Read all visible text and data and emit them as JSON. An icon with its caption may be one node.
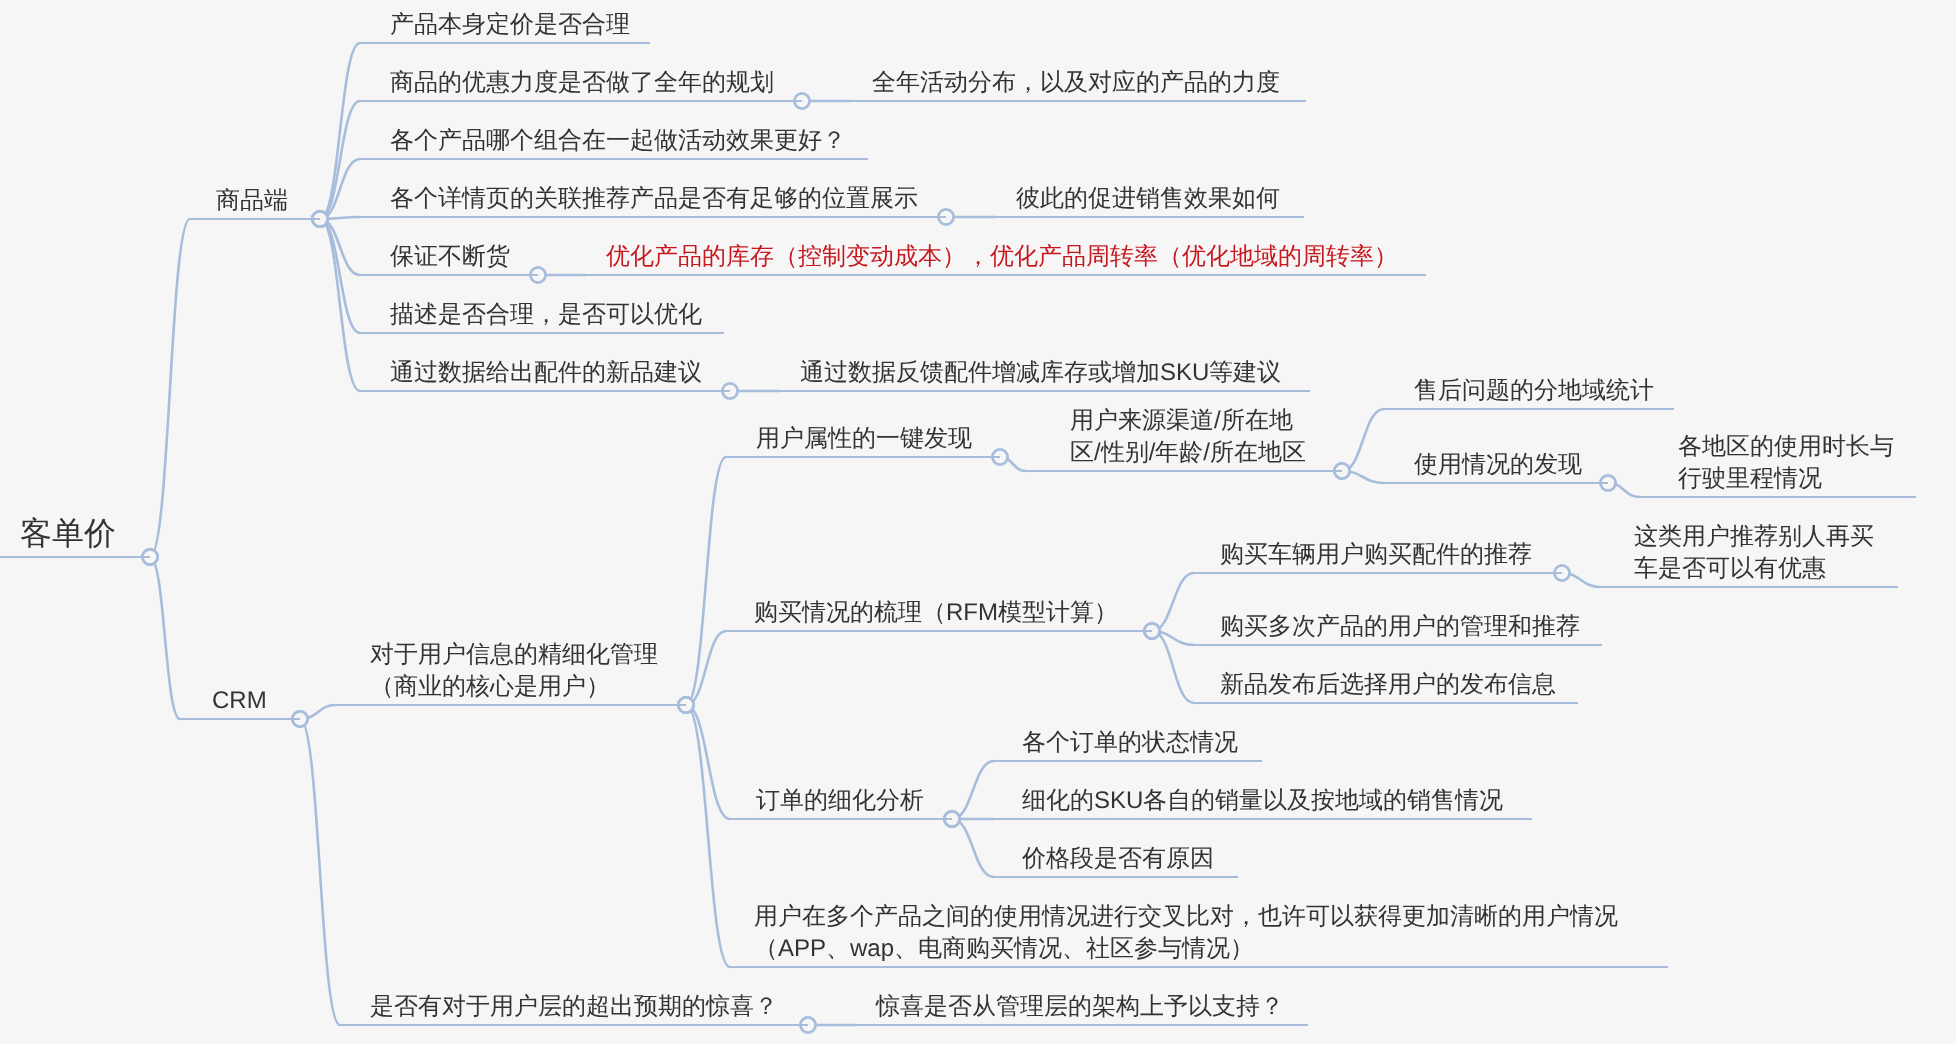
{
  "diagram": {
    "nodes": [
      {
        "text": [
          "客单价"
        ]
      },
      {
        "text": [
          "商品端"
        ]
      },
      {
        "text": [
          "产品本身定价是否合理"
        ]
      },
      {
        "text": [
          "商品的优惠力度是否做了全年的规划"
        ]
      },
      {
        "text": [
          "全年活动分布，以及对应的产品的力度"
        ]
      },
      {
        "text": [
          "各个产品哪个组合在一起做活动效果更好？"
        ]
      },
      {
        "text": [
          "各个详情页的关联推荐产品是否有足够的位置展示"
        ]
      },
      {
        "text": [
          "彼此的促进销售效果如何"
        ]
      },
      {
        "text": [
          "保证不断货"
        ]
      },
      {
        "text": [
          "优化产品的库存（控制变动成本），优化产品周转率（优化地域的周转率）"
        ]
      },
      {
        "text": [
          "描述是否合理，是否可以优化"
        ]
      },
      {
        "text": [
          "通过数据给出配件的新品建议"
        ]
      },
      {
        "text": [
          "通过数据反馈配件增减库存或增加SKU等建议"
        ]
      },
      {
        "text": [
          "CRM"
        ]
      },
      {
        "text": [
          "对于用户信息的精细化管理（商业的核心是用户）"
        ]
      },
      {
        "text": [
          "用户属性的一键发现"
        ]
      },
      {
        "text": [
          "用户来源渠道/所在地区/性别/年龄/所在地区"
        ]
      },
      {
        "text": [
          "售后问题的分地域统计"
        ]
      },
      {
        "text": [
          "使用情况的发现"
        ]
      },
      {
        "text": [
          "各地区的使用时长与行驶里程情况"
        ]
      },
      {
        "text": [
          "购买情况的梳理（RFM模型计算）"
        ]
      },
      {
        "text": [
          "购买车辆用户购买配件的推荐"
        ]
      },
      {
        "text": [
          "这类用户推荐别人再买车是否可以有优惠"
        ]
      },
      {
        "text": [
          "购买多次产品的用户的管理和推荐"
        ]
      },
      {
        "text": [
          "新品发布后选择用户的发布信息"
        ]
      },
      {
        "text": [
          "订单的细化分析"
        ]
      },
      {
        "text": [
          "各个订单的状态情况"
        ]
      },
      {
        "text": [
          "细化的SKU各自的销量以及按地域的销售情况"
        ]
      },
      {
        "text": [
          "价格段是否有原因"
        ]
      },
      {
        "text": [
          "用户在多个产品之间的使用情况进行交叉比对，也许可以获得更加清晰的用户情况（APP、wap、电商购买情况、社区参与情况）"
        ]
      },
      {
        "text": [
          "是否有对于用户层的超出预期的惊喜？"
        ]
      },
      {
        "text": [
          "惊喜是否从管理层的架构上予以支持？"
        ]
      }
    ],
    "edges": [
      {
        "from": 0,
        "to": 1,
        "arrow": "other"
      },
      {
        "from": 1,
        "to": 2,
        "arrow": "other"
      },
      {
        "from": 1,
        "to": 3,
        "arrow": "other"
      },
      {
        "from": 3,
        "to": 4,
        "arrow": "other"
      },
      {
        "from": 1,
        "to": 5,
        "arrow": "other"
      },
      {
        "from": 1,
        "to": 6,
        "arrow": "other"
      },
      {
        "from": 6,
        "to": 7,
        "arrow": "other"
      },
      {
        "from": 1,
        "to": 8,
        "arrow": "other"
      },
      {
        "from": 8,
        "to": 9,
        "arrow": "other"
      },
      {
        "from": 1,
        "to": 10,
        "arrow": "other"
      },
      {
        "from": 1,
        "to": 11,
        "arrow": "other"
      },
      {
        "from": 11,
        "to": 12,
        "arrow": "other"
      },
      {
        "from": 0,
        "to": 13,
        "arrow": "other"
      },
      {
        "from": 13,
        "to": 14,
        "arrow": "other"
      },
      {
        "from": 14,
        "to": 15,
        "arrow": "other"
      },
      {
        "from": 15,
        "to": 16,
        "arrow": "other"
      },
      {
        "from": 16,
        "to": 17,
        "arrow": "other"
      },
      {
        "from": 16,
        "to": 18,
        "arrow": "other"
      },
      {
        "from": 18,
        "to": 19,
        "arrow": "other"
      },
      {
        "from": 14,
        "to": 20,
        "arrow": "other"
      },
      {
        "from": 20,
        "to": 21,
        "arrow": "other"
      },
      {
        "from": 21,
        "to": 22,
        "arrow": "other"
      },
      {
        "from": 20,
        "to": 23,
        "arrow": "other"
      },
      {
        "from": 20,
        "to": 24,
        "arrow": "other"
      },
      {
        "from": 14,
        "to": 25,
        "arrow": "other"
      },
      {
        "from": 25,
        "to": 26,
        "arrow": "other"
      },
      {
        "from": 25,
        "to": 27,
        "arrow": "other"
      },
      {
        "from": 25,
        "to": 28,
        "arrow": "other"
      },
      {
        "from": 14,
        "to": 29,
        "arrow": "other"
      },
      {
        "from": 13,
        "to": 30,
        "arrow": "other"
      },
      {
        "from": 30,
        "to": 31,
        "arrow": "other"
      }
    ]
  }
}
